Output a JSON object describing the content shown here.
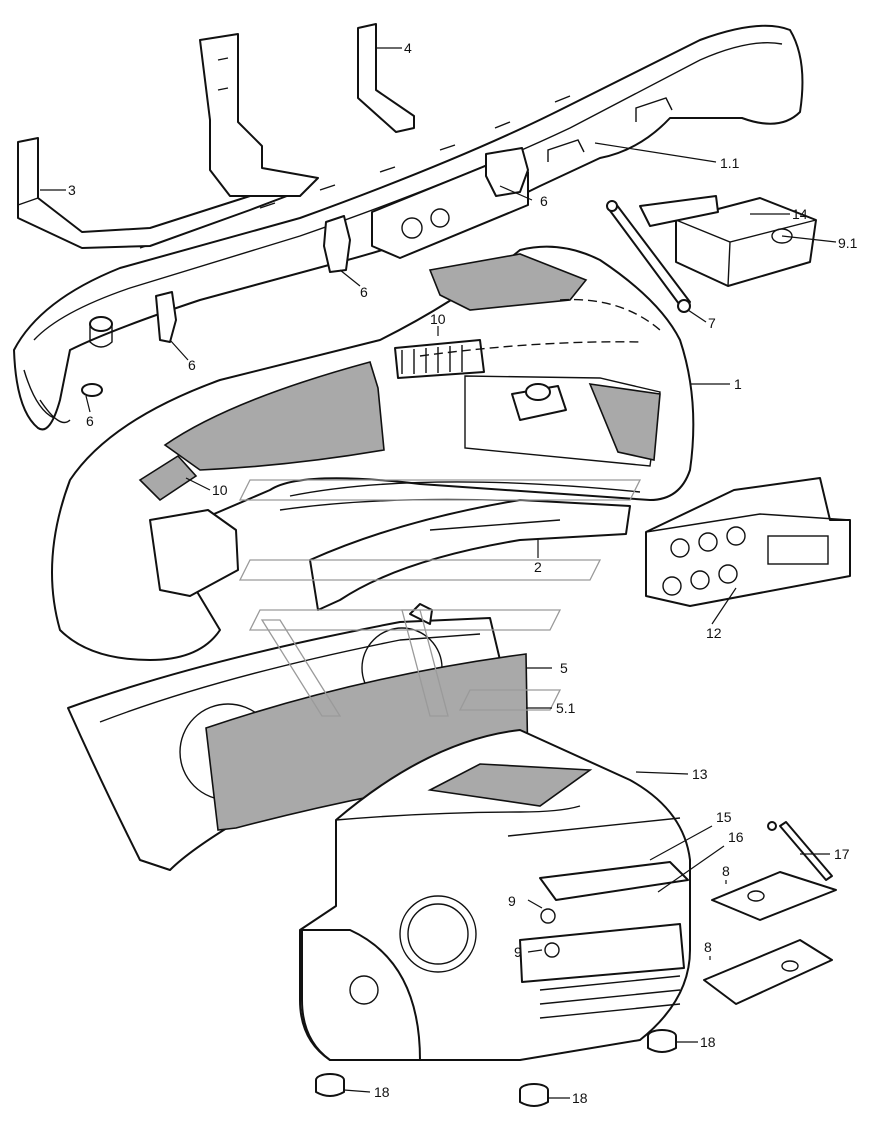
{
  "callouts": [
    {
      "id": "c-1-1",
      "text": "1.1"
    },
    {
      "id": "c-3",
      "text": "3"
    },
    {
      "id": "c-4",
      "text": "4"
    },
    {
      "id": "c-6a",
      "text": "6"
    },
    {
      "id": "c-6b",
      "text": "6"
    },
    {
      "id": "c-6c",
      "text": "6"
    },
    {
      "id": "c-6d",
      "text": "6"
    },
    {
      "id": "c-14",
      "text": "14"
    },
    {
      "id": "c-9-1",
      "text": "9.1"
    },
    {
      "id": "c-7",
      "text": "7"
    },
    {
      "id": "c-1",
      "text": "1"
    },
    {
      "id": "c-10a",
      "text": "10"
    },
    {
      "id": "c-10b",
      "text": "10"
    },
    {
      "id": "c-2",
      "text": "2"
    },
    {
      "id": "c-12",
      "text": "12"
    },
    {
      "id": "c-5",
      "text": "5"
    },
    {
      "id": "c-5-1",
      "text": "5.1"
    },
    {
      "id": "c-13",
      "text": "13"
    },
    {
      "id": "c-15",
      "text": "15"
    },
    {
      "id": "c-16",
      "text": "16"
    },
    {
      "id": "c-17",
      "text": "17"
    },
    {
      "id": "c-8a",
      "text": "8"
    },
    {
      "id": "c-8b",
      "text": "8"
    },
    {
      "id": "c-9a",
      "text": "9"
    },
    {
      "id": "c-9b",
      "text": "9"
    },
    {
      "id": "c-18a",
      "text": "18"
    },
    {
      "id": "c-18b",
      "text": "18"
    },
    {
      "id": "c-18c",
      "text": "18"
    }
  ],
  "colors": {
    "line": "#111111",
    "panel_fill": "#a9a9a9",
    "watermark": "#9a9a9a",
    "background": "#ffffff"
  }
}
